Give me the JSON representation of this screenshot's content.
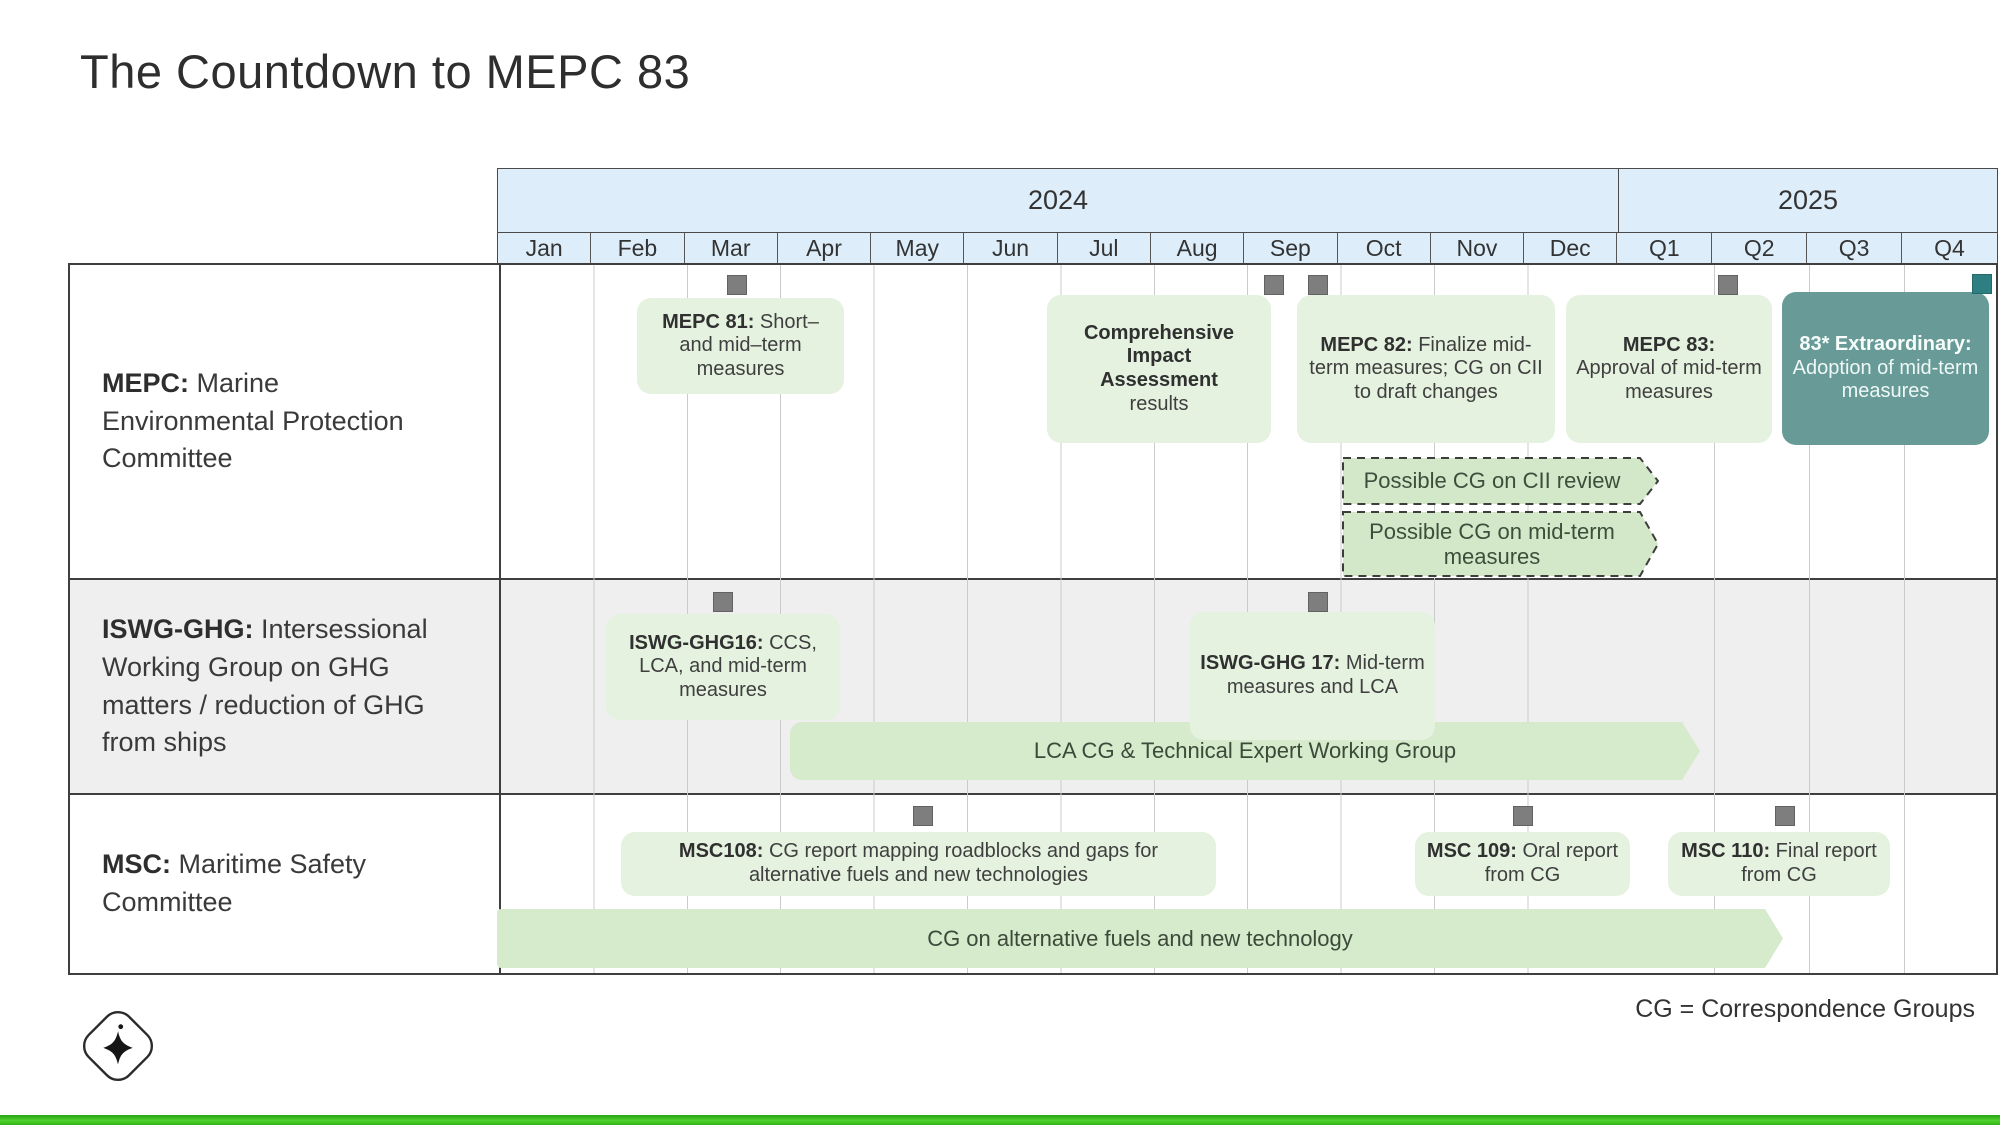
{
  "slide": {
    "title": "The Countdown to MEPC 83",
    "footnote": "CG = Correspondence Groups"
  },
  "header": {
    "year_2024": "2024",
    "year_2025": "2025",
    "months": [
      "Jan",
      "Feb",
      "Mar",
      "Apr",
      "May",
      "Jun",
      "Jul",
      "Aug",
      "Sep",
      "Oct",
      "Nov",
      "Dec"
    ],
    "quarters": [
      "Q1",
      "Q2",
      "Q3",
      "Q4"
    ]
  },
  "rows": {
    "mepc": {
      "label_bold": "MEPC:",
      "label_rest": " Marine Environmental Protection Committee"
    },
    "iswg": {
      "label_bold": "ISWG-GHG:",
      "label_rest": " Intersessional Working Group on GHG matters / reduction of GHG from ships"
    },
    "msc": {
      "label_bold": "MSC:",
      "label_rest": " Maritime Safety Committee"
    }
  },
  "events": {
    "mepc81": {
      "bold": "MEPC 81:",
      "rest": " Short– and mid–term measures",
      "month": "Mar"
    },
    "cia": {
      "bold_line1": "Comprehensive",
      "bold_line2": "Impact",
      "bold_line3": "Assessment",
      "rest": "results",
      "month": "Sep"
    },
    "mepc82": {
      "bold": "MEPC 82:",
      "rest": " Finalize mid-term measures; CG on CII to draft changes",
      "month": "Oct"
    },
    "mepc83": {
      "bold": "MEPC 83:",
      "rest": "Approval of mid-term measures",
      "month": "Q1"
    },
    "extra83": {
      "bold": "83* Extraordinary:",
      "rest": "Adoption of mid-term measures",
      "month": "Q4"
    },
    "cg_cii": {
      "text": "Possible CG on CII review",
      "span": "Oct–Q1"
    },
    "cg_mid": {
      "text": "Possible CG on mid-term measures",
      "span": "Oct–Q1"
    },
    "iswg16": {
      "bold": "ISWG-GHG16:",
      "rest": " CCS, LCA, and mid-term measures",
      "month": "Mar"
    },
    "iswg17": {
      "bold": "ISWG-GHG 17:",
      "rest": " Mid-term measures and LCA",
      "month": "Sep"
    },
    "lca_bar": {
      "text": "LCA CG & Technical Expert Working Group",
      "span": "Apr–Q1"
    },
    "msc108": {
      "bold": "MSC108:",
      "rest": " CG report mapping roadblocks and gaps for alternative fuels and new technologies",
      "month": "May"
    },
    "msc109": {
      "bold": "MSC 109:",
      "rest": " Oral report from CG",
      "month": "Nov"
    },
    "msc110": {
      "bold": "MSC 110:",
      "rest": " Final report from CG",
      "month": "Q2"
    },
    "cg_fuels_bar": {
      "text": "CG on alternative fuels and new technology",
      "span": "Jan–Q2"
    }
  },
  "colors": {
    "header_blue": "#ddeefa",
    "row_gray": "#efefef",
    "event_green": "#e4f2df",
    "bar_green": "#d6eacc",
    "dashed_green": "#d2e8c9",
    "teal": "#689b97",
    "marker_gray": "#7e7e7e",
    "marker_teal": "#2e7f81",
    "bottom_line_green": "#35c01d"
  }
}
